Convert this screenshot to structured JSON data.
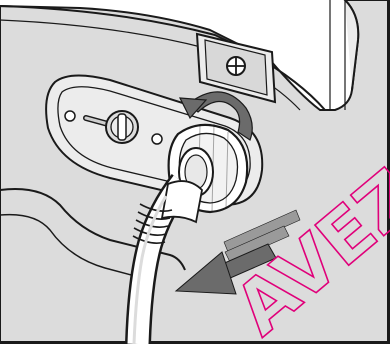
{
  "illustration": {
    "subject": "washing-machine-inlet-hose-removal",
    "colors": {
      "cabinet": "#dcdcdc",
      "cabinet_light": "#ececec",
      "outline": "#1a1a1a",
      "arrow": "#6b6b6b",
      "arrow_light": "#9a9a9a",
      "watermark": "#e0007a"
    },
    "icons": {
      "rotate_arrow": "counterclockwise-rotate-arrow",
      "pull_arrow": "pull-out-arrow",
      "screw": "phillips-screw"
    }
  },
  "watermark": {
    "text": "AVEZ"
  }
}
